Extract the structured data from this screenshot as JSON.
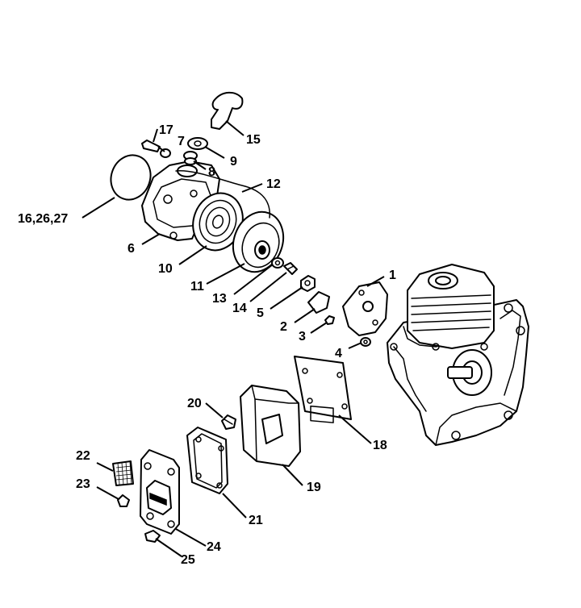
{
  "callouts": {
    "c1": "1",
    "c2": "2",
    "c3": "3",
    "c4": "4",
    "c5": "5",
    "c6": "6",
    "c7": "7",
    "c8": "8",
    "c9": "9",
    "c10": "10",
    "c11": "11",
    "c12": "12",
    "c13": "13",
    "c14": "14",
    "c15": "15",
    "c16_26_27": "16,26,27",
    "c17": "17",
    "c18": "18",
    "c19": "19",
    "c20": "20",
    "c21": "21",
    "c22": "22",
    "c23": "23",
    "c24": "24",
    "c25": "25"
  },
  "colors": {
    "ink": "#000000",
    "paper": "#ffffff"
  }
}
